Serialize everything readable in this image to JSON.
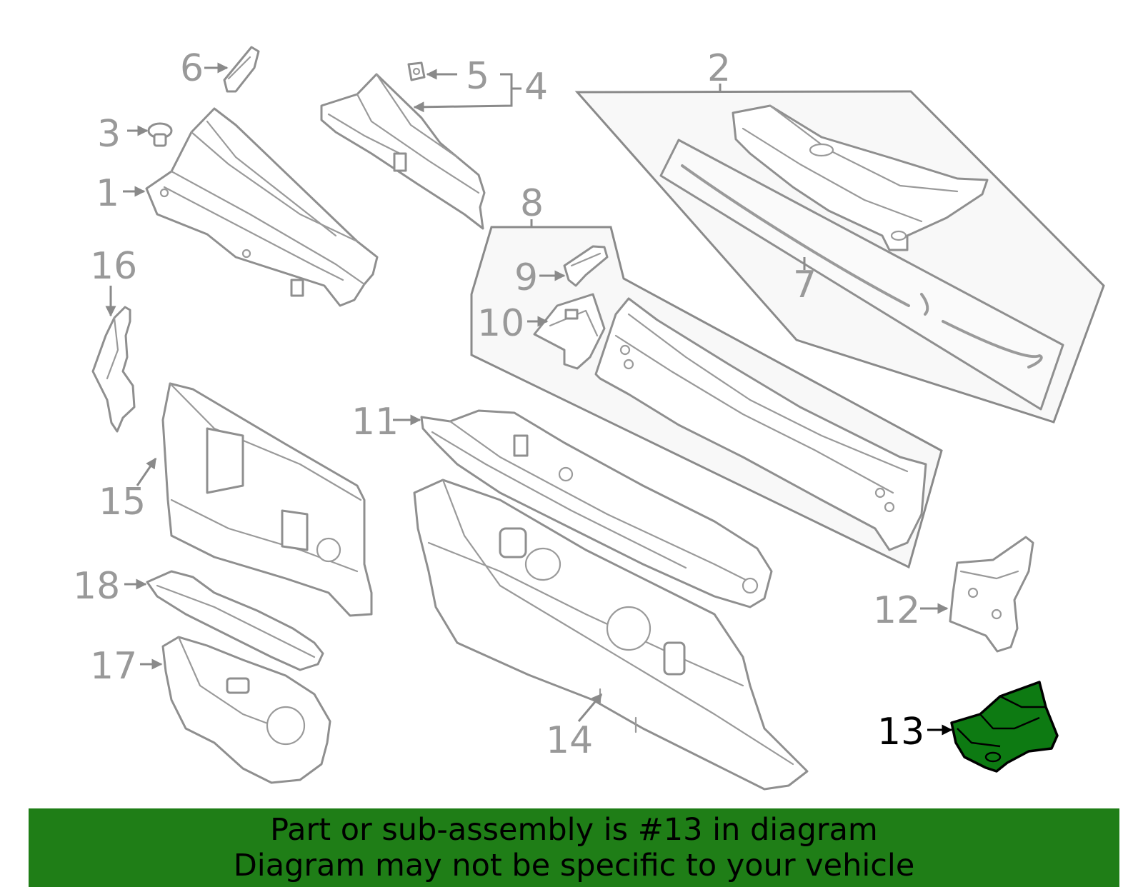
{
  "diagram": {
    "highlighted_part": "13",
    "highlight_color": "#0d7a12",
    "callouts": {
      "c1": "1",
      "c2": "2",
      "c3": "3",
      "c4": "4",
      "c5": "5",
      "c6": "6",
      "c7": "7",
      "c8": "8",
      "c9": "9",
      "c10": "10",
      "c11": "11",
      "c12": "12",
      "c13": "13",
      "c14": "14",
      "c15": "15",
      "c16": "16",
      "c17": "17",
      "c18": "18"
    }
  },
  "banner": {
    "background": "#1f7e17",
    "line1": "Part or sub-assembly is #13 in diagram",
    "line2": "Diagram may not be specific to your vehicle"
  }
}
